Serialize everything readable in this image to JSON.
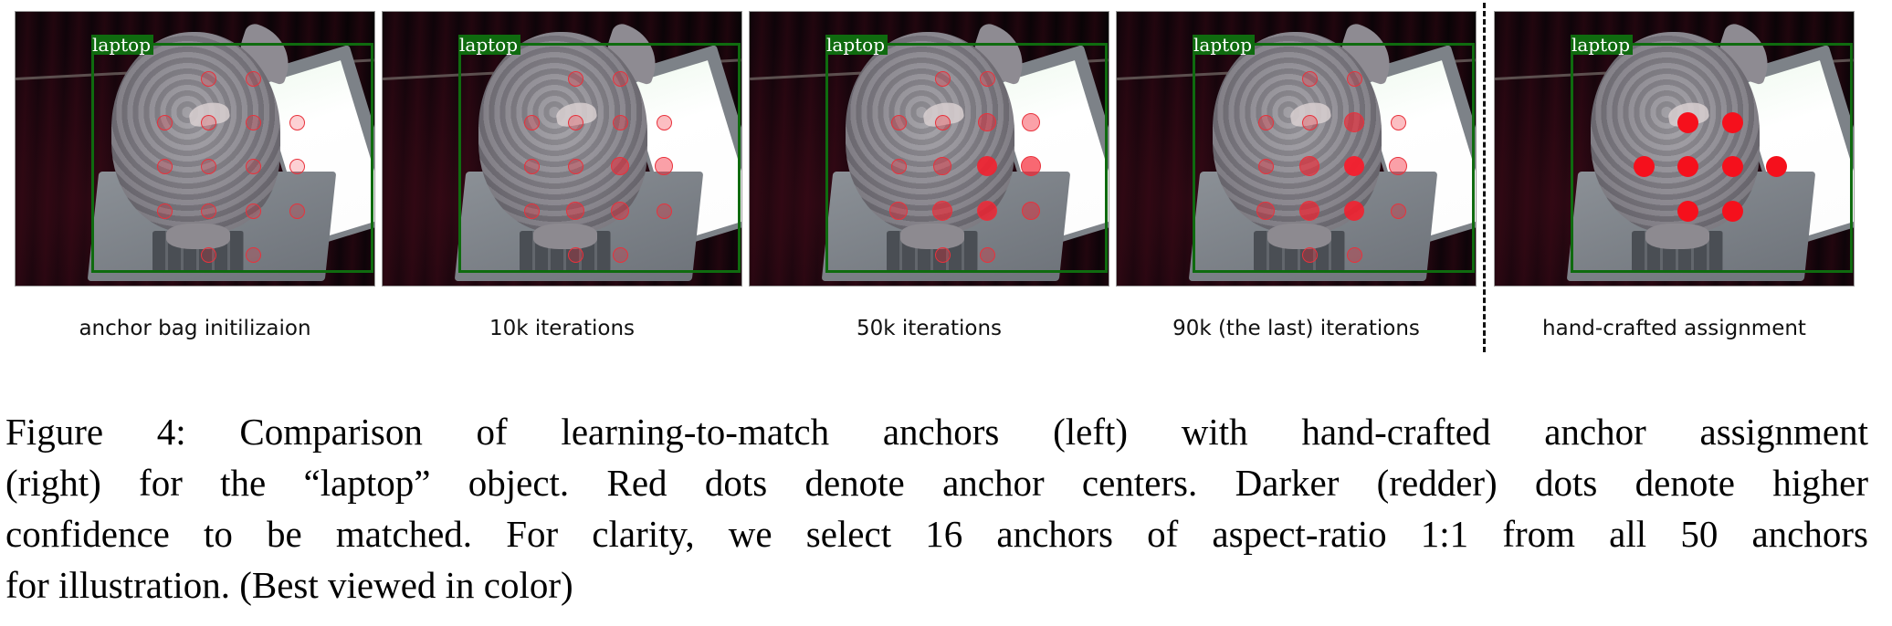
{
  "figure": {
    "label": "Figure 4:",
    "caption_lines": [
      "Figure 4:  Comparison of learning-to-match anchors (left) with hand-crafted anchor assignment",
      "(right) for the “laptop” object. Red dots denote anchor centers. Darker (redder) dots denote higher",
      "confidence to be matched. For clarity, we select 16 anchors of aspect-ratio 1:1 from all 50 anchors",
      "for illustration. (Best viewed in color)"
    ]
  },
  "object_label": "laptop",
  "colors": {
    "bbox_green": "#0f6b0f",
    "anchor_red": "#f5101c",
    "anchor_outline": "#e8323c"
  },
  "panels": [
    {
      "caption": "anchor bag initilizaion",
      "confidence_grid": [
        [
          null,
          0.1,
          0.1,
          null
        ],
        [
          0.1,
          0.1,
          0.1,
          0.1
        ],
        [
          0.1,
          0.1,
          0.1,
          0.1
        ],
        [
          0.1,
          0.1,
          0.1,
          0.1
        ],
        [
          null,
          0.1,
          0.1,
          null
        ]
      ]
    },
    {
      "caption": "10k iterations",
      "confidence_grid": [
        [
          null,
          0.15,
          0.15,
          null
        ],
        [
          0.15,
          0.15,
          0.2,
          0.2
        ],
        [
          0.15,
          0.2,
          0.45,
          0.35
        ],
        [
          0.2,
          0.3,
          0.3,
          0.2
        ],
        [
          null,
          0.15,
          0.15,
          null
        ]
      ]
    },
    {
      "caption": "50k iterations",
      "confidence_grid": [
        [
          null,
          0.15,
          0.15,
          null
        ],
        [
          0.2,
          0.2,
          0.35,
          0.35
        ],
        [
          0.2,
          0.3,
          0.9,
          0.65
        ],
        [
          0.3,
          0.55,
          0.8,
          0.35
        ],
        [
          null,
          0.2,
          0.2,
          null
        ]
      ]
    },
    {
      "caption": "90k (the last) iterations",
      "confidence_grid": [
        [
          null,
          0.15,
          0.15,
          null
        ],
        [
          0.2,
          0.2,
          0.55,
          0.2
        ],
        [
          0.25,
          0.55,
          1.0,
          0.35
        ],
        [
          0.3,
          0.65,
          0.9,
          0.2
        ],
        [
          null,
          0.2,
          0.2,
          null
        ]
      ]
    },
    {
      "caption": "hand-crafted assignment",
      "confidence_grid": [
        [
          null,
          null,
          null,
          null
        ],
        [
          null,
          1.0,
          1.0,
          null
        ],
        [
          1.0,
          1.0,
          1.0,
          1.0
        ],
        [
          null,
          1.0,
          1.0,
          null
        ],
        [
          null,
          null,
          null,
          null
        ]
      ]
    }
  ]
}
